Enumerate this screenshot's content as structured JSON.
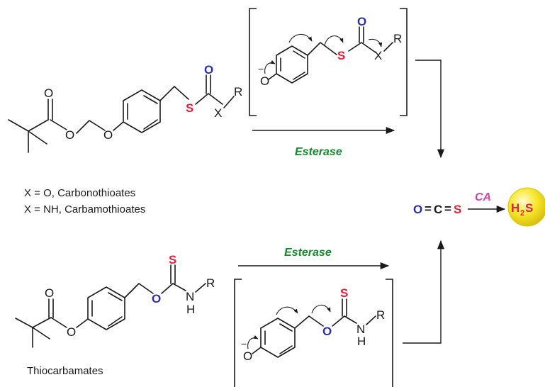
{
  "colors": {
    "oxygen": "#2b2fa8",
    "sulfur": "#e0203a",
    "esterase": "#138a2c",
    "ca": "#cc44aa",
    "h2s_fill": "#f3e21f",
    "ink": "#1a1a1a"
  },
  "labels": {
    "esterase_top": "Esterase",
    "esterase_bottom": "Esterase",
    "ca": "CA",
    "h2s_main": "H",
    "h2s_sub": "2",
    "h2s_end": "S",
    "x_o": "X = O, Carbonothioates",
    "x_nh": "X = NH, Carbamothioates",
    "thiocarbamates": "Thiocarbamates",
    "cos_o": "O",
    "cos_c": "C",
    "cos_s": "S",
    "eq": "="
  },
  "atoms": {
    "O": "O",
    "S": "S",
    "X": "X",
    "R": "R",
    "N": "N",
    "H": "H",
    "minus": "−"
  }
}
